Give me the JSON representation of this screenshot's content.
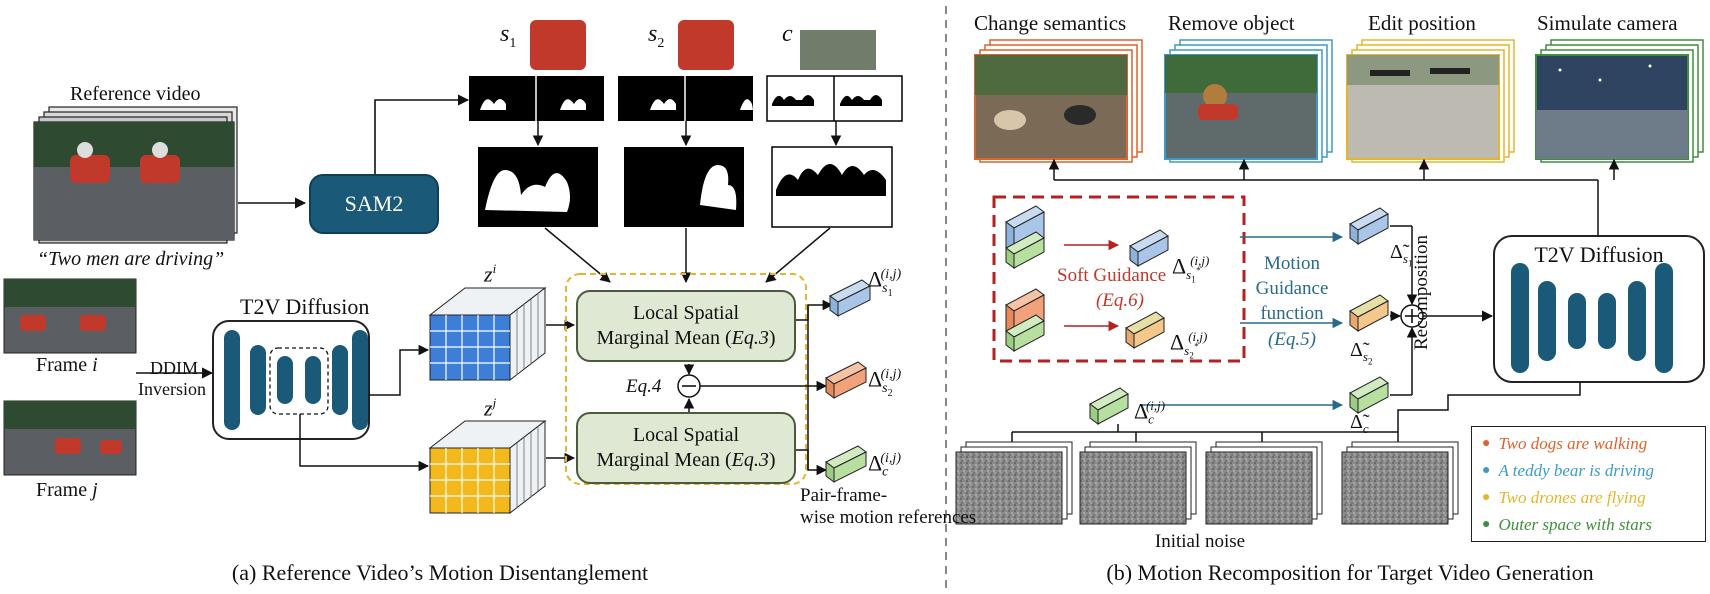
{
  "left": {
    "reference_video_label": "Reference video",
    "caption_quote": "“Two men are driving”",
    "sam_label": "SAM2",
    "s1_label": "s",
    "s1_sub": "1",
    "s2_label": "s",
    "s2_sub": "2",
    "c_label": "c",
    "t2v_label": "T2V Diffusion",
    "ddim_line1": "DDIM",
    "ddim_line2": "Inversion",
    "frame_i_label": "Frame ",
    "frame_i_var": "i",
    "frame_j_label": "Frame ",
    "frame_j_var": "j",
    "zi_label": "z",
    "zi_sup": "i",
    "zj_label": "z",
    "zj_sup": "j",
    "lsmm_line1": "Local Spatial",
    "lsmm_line2": "Marginal Mean (",
    "lsmm_eq": "Eq.3",
    "lsmm_close": ")",
    "eq4": "Eq.4",
    "delta_sym": "Δ",
    "delta_sup": "(i,j)",
    "delta_s1_sub": "s",
    "delta_s1_subsub": "1",
    "delta_s2_sub": "s",
    "delta_s2_subsub": "2",
    "delta_c_sub": "c",
    "pair_line1": "Pair-frame-",
    "pair_line2": "wise",
    "pair_line3": "motion references",
    "caption": "(a) Reference Video’s Motion Disentanglement"
  },
  "right": {
    "task_labels": [
      "Change semantics",
      "Remove object",
      "Edit position",
      "Simulate camera"
    ],
    "soft_guidance": "Soft Guidance",
    "soft_eq": "(Eq.6)",
    "mgf_line1": "Motion",
    "mgf_line2": "Guidance",
    "mgf_line3": "function",
    "mgf_eq": "(Eq.5)",
    "recomposition": "Recomposition",
    "t2v_label": "T2V Diffusion",
    "initial_noise": "Initial noise",
    "legend": [
      {
        "text": "Two dogs are walking",
        "color": "#e0612a"
      },
      {
        "text": "A teddy bear is driving",
        "color": "#3a9bc9"
      },
      {
        "text": "Two drones are flying",
        "color": "#e7b52a"
      },
      {
        "text": "Outer space with stars",
        "color": "#3f8f3a"
      }
    ],
    "caption": "(b) Motion Recomposition for Target Video Generation"
  },
  "colors": {
    "sam_fill": "#1a5a78",
    "lsmm_fill": "#dfe8d2",
    "dashed_yellow": "#e7b52a",
    "dashed_red": "#b22222",
    "soft_text": "#c0392b",
    "mgf_text": "#2a6a8a",
    "cube_blue": "#a9c6e8",
    "cube_orange": "#f2a27a",
    "cube_green": "#b7dfa0",
    "cube_yellowgreen": "#d6d98a",
    "grid_blue": "#3d7fd6",
    "grid_yellow": "#f3b81c"
  }
}
